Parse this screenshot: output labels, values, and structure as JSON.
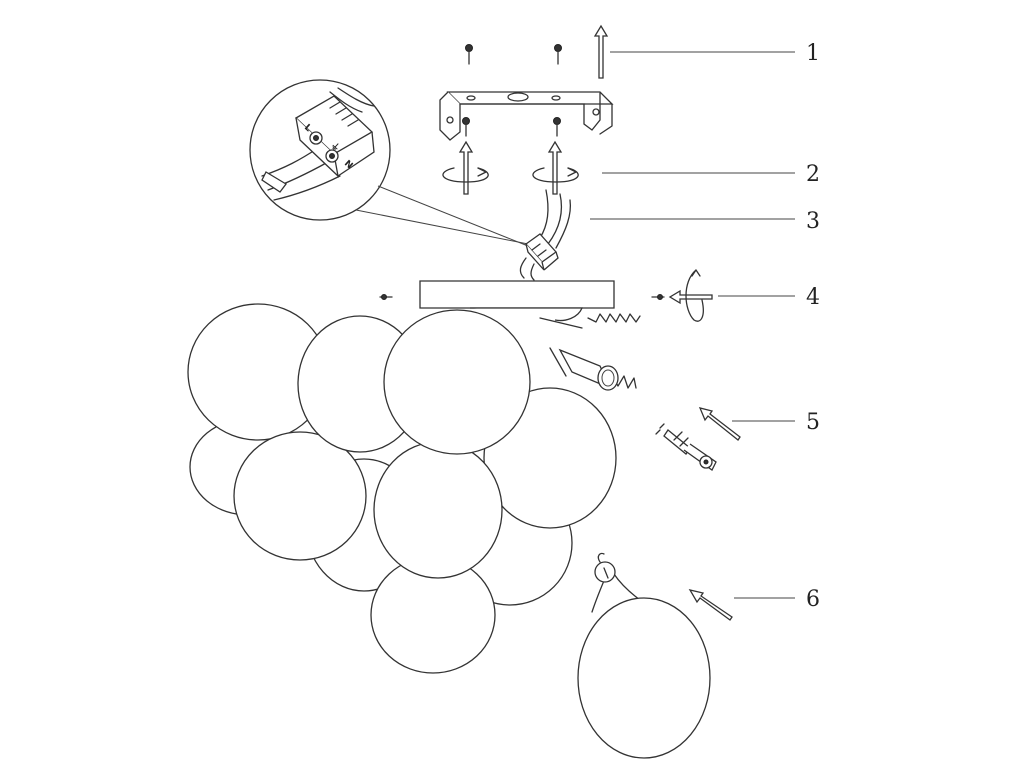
{
  "callouts": [
    {
      "id": "1",
      "label": "1"
    },
    {
      "id": "2",
      "label": "2"
    },
    {
      "id": "3",
      "label": "3"
    },
    {
      "id": "4",
      "label": "4"
    },
    {
      "id": "5",
      "label": "5"
    },
    {
      "id": "6",
      "label": "6"
    }
  ],
  "connector_labels": {
    "left": "L",
    "earth": "⏚",
    "neutral": "N"
  },
  "colors": {
    "line": "#333333",
    "background": "#ffffff"
  }
}
